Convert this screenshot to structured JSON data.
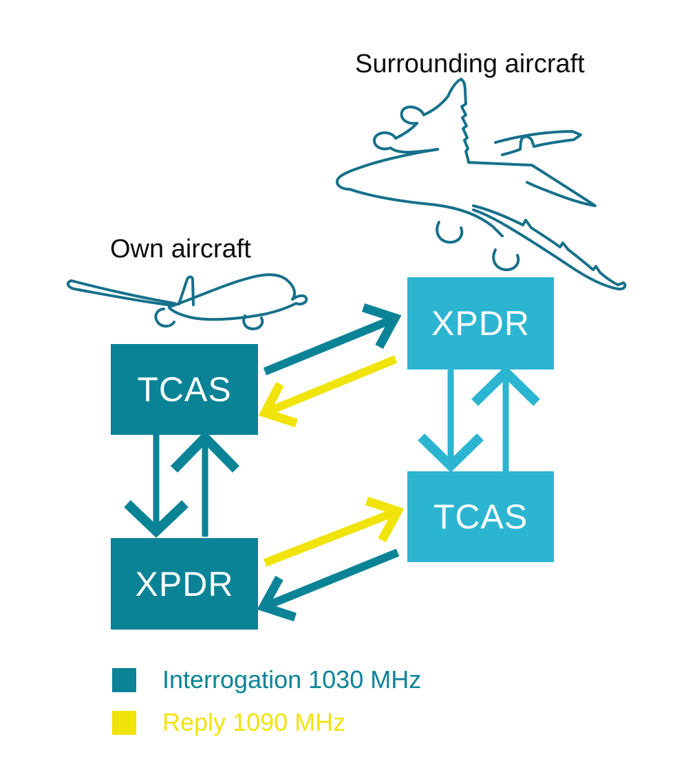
{
  "diagram": {
    "surrounding": {
      "title": "Surrounding aircraft",
      "xpdr_label": "XPDR",
      "tcas_label": "TCAS"
    },
    "own": {
      "title": "Own aircraft",
      "tcas_label": "TCAS",
      "xpdr_label": "XPDR"
    },
    "legend": {
      "items": [
        {
          "label": "Interrogation 1030 MHz",
          "color": "#0a8396"
        },
        {
          "label": "Reply 1090 MHz",
          "color": "#f0e40a"
        }
      ]
    },
    "colors": {
      "interrogation_teal": "#0a8396",
      "reply_yellow": "#f0e40a",
      "surrounding_cyan": "#2cb5d1",
      "aircraft_outline": "#16708a",
      "box_text": "#ffffff",
      "title_text": "#0c0c0c"
    }
  }
}
